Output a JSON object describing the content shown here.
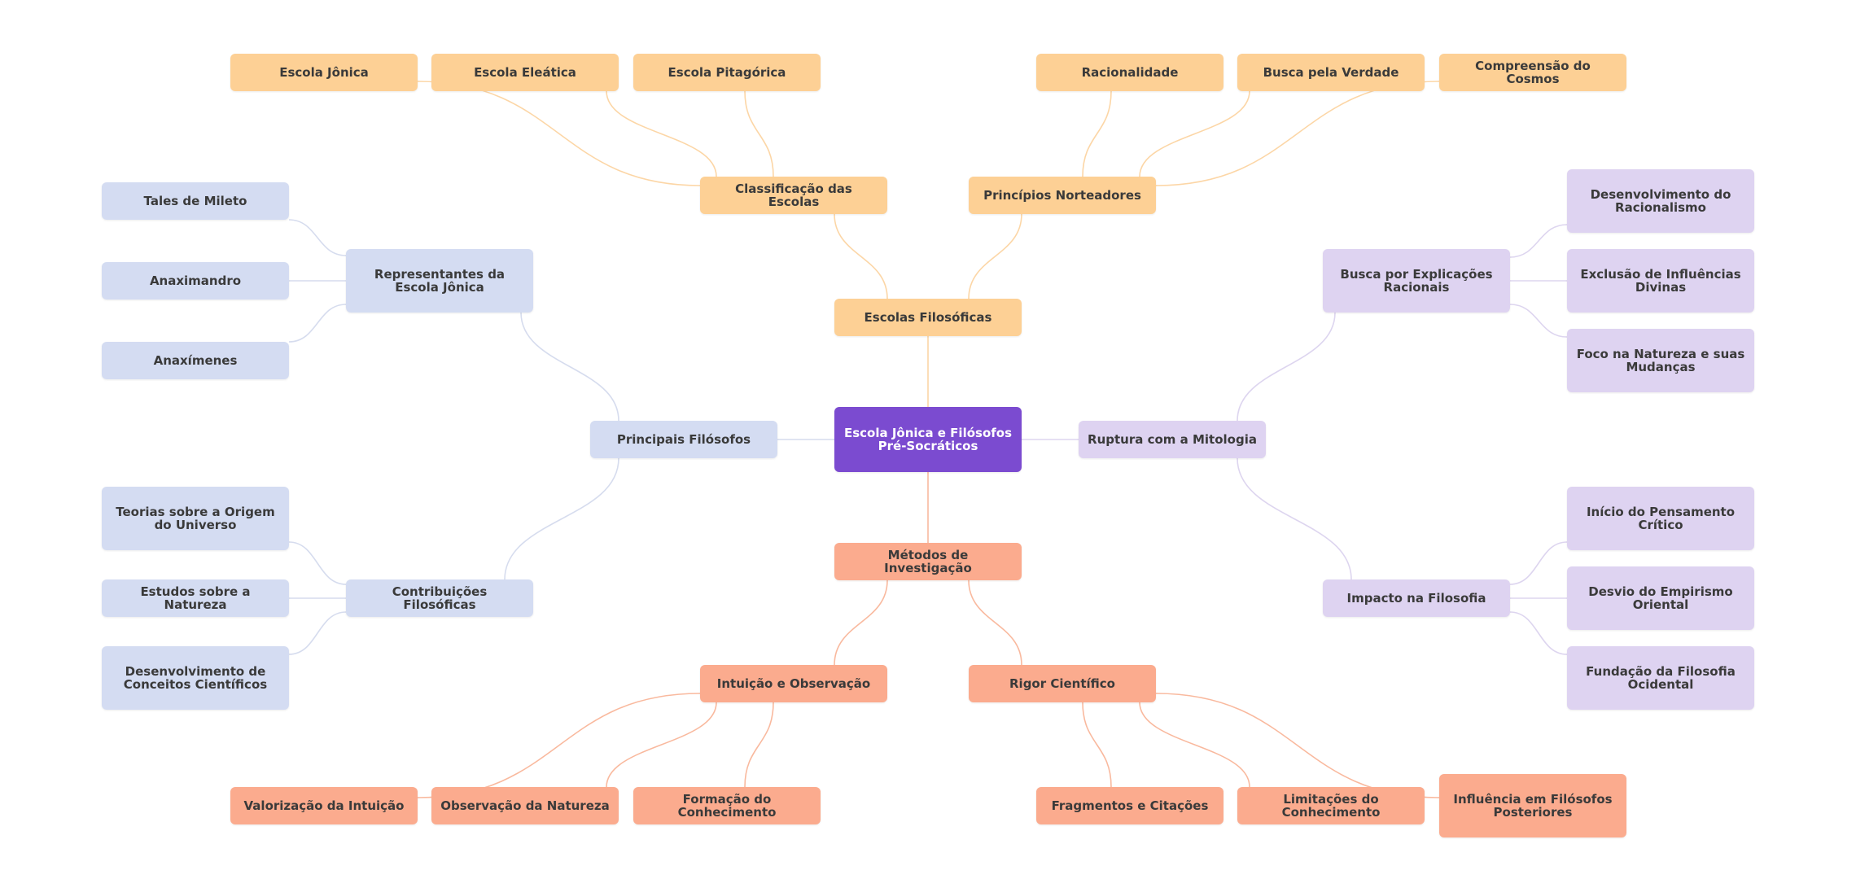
{
  "colors": {
    "root": "#7b4bd0",
    "orange": "#fdd095",
    "salmon": "#fbab8e",
    "blue": "#d4dcf2",
    "purple": "#ded3f1",
    "edge_orange": "#fcd6a6",
    "edge_salmon": "#f9b99e",
    "edge_blue": "#d6dcee",
    "edge_purple": "#ddd5ef"
  },
  "nodes": {
    "root": "Escola Jônica e Filósofos Pré-Socráticos",
    "escolas": "Escolas Filosóficas",
    "classificacao": "Classificação das Escolas",
    "principios": "Princípios Norteadores",
    "escola_jonica": "Escola Jônica",
    "escola_eleatica": "Escola Eleática",
    "escola_pitagorica": "Escola Pitagórica",
    "racionalidade": "Racionalidade",
    "busca_verdade": "Busca pela Verdade",
    "compreensao_cosmos": "Compreensão do Cosmos",
    "principais": "Principais Filósofos",
    "representantes": "Representantes da Escola Jônica",
    "tales": "Tales de Mileto",
    "anaximandro": "Anaximandro",
    "anaximenes": "Anaxímenes",
    "contribuicoes": "Contribuições Filosóficas",
    "teorias": "Teorias sobre a Origem do Universo",
    "estudos": "Estudos sobre a Natureza",
    "desenvolvimento_conceitos": "Desenvolvimento de Conceitos Científicos",
    "ruptura": "Ruptura com a Mitologia",
    "busca_explicacoes": "Busca por Explicações Racionais",
    "desenvolvimento_racionalismo": "Desenvolvimento do Racionalismo",
    "exclusao": "Exclusão de Influências Divinas",
    "foco": "Foco na Natureza e suas Mudanças",
    "impacto": "Impacto na Filosofia",
    "inicio": "Início do Pensamento Crítico",
    "desvio": "Desvio do Empirismo Oriental",
    "fundacao": "Fundação da Filosofia Ocidental",
    "metodos": "Métodos de Investigação",
    "intuicao_observacao": "Intuição e Observação",
    "rigor": "Rigor Científico",
    "valorizacao": "Valorização da Intuição",
    "observacao_natureza": "Observação da Natureza",
    "formacao": "Formação do Conhecimento",
    "fragmentos": "Fragmentos e Citações",
    "limitacoes": "Limitações do Conhecimento",
    "influencia": "Influência em Filósofos Posteriores"
  }
}
